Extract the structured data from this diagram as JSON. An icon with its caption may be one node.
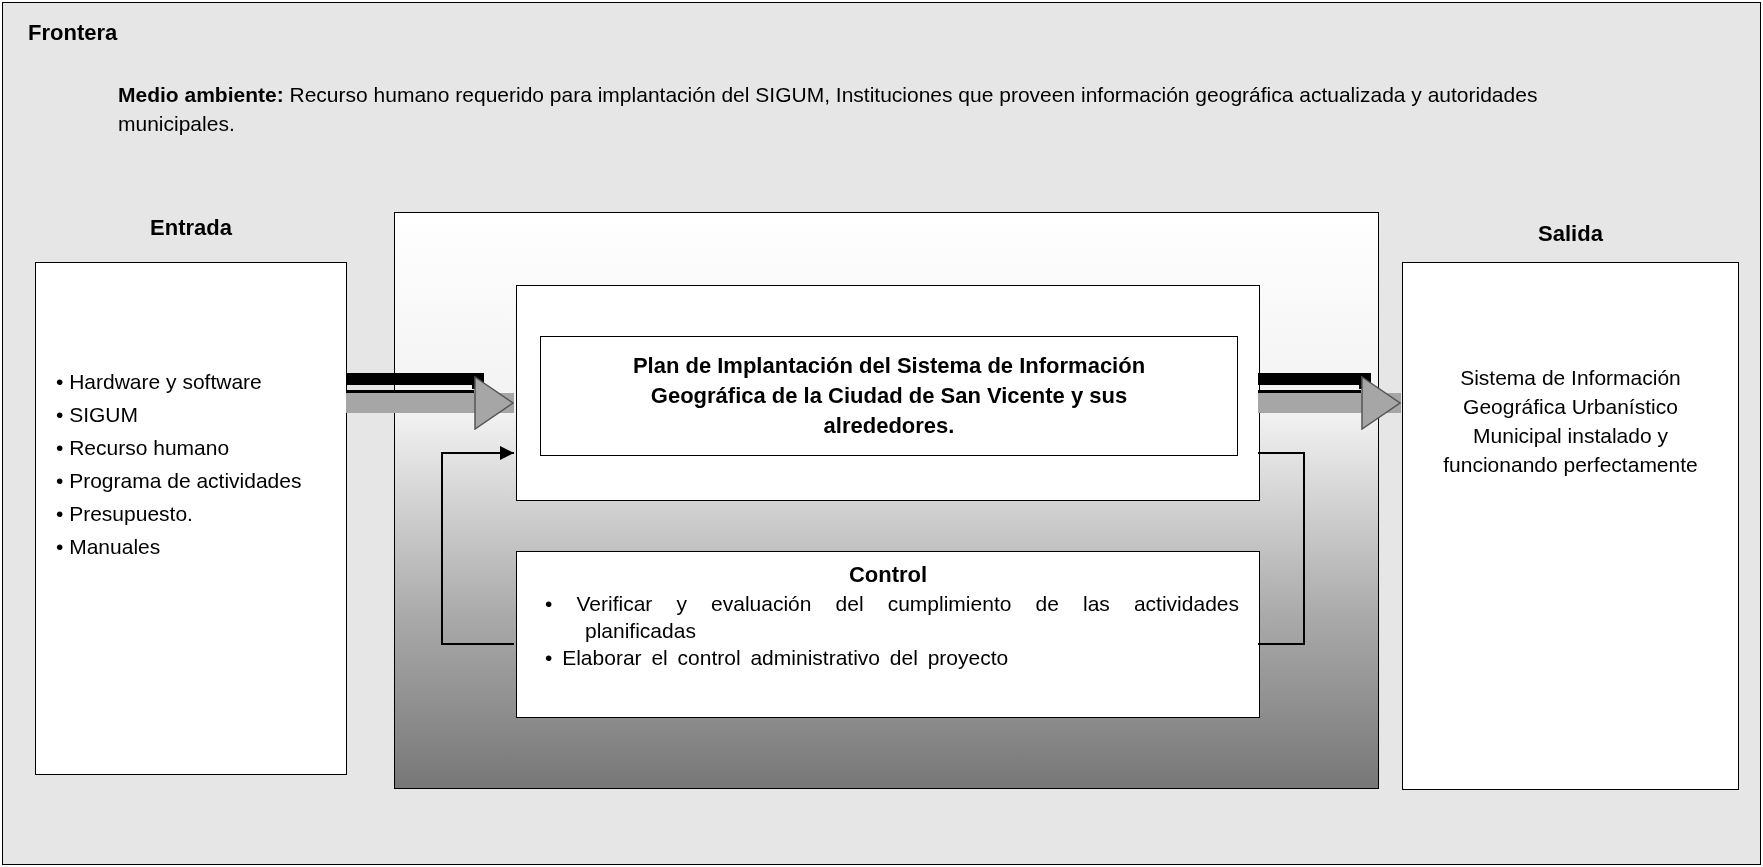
{
  "diagram": {
    "nodes": [
      {
        "text": [
          "Frontera",
          "**Medio ambiente:** Recurso humano requerido para implantación del SIGUM, Instituciones que proveen información geográfica actualizada y autoridades municipales."
        ]
      },
      {
        "text": [
          "Entrada",
          "• Hardware y software",
          "• SIGUM",
          "• Recurso humano",
          "• Programa de actividades",
          "• Presupuesto.",
          "• Manuales"
        ],
        "in": 0
      },
      {
        "text": [],
        "shape": "box",
        "in": 0
      },
      {
        "text": [],
        "shape": "box",
        "in": 2
      },
      {
        "text": [
          "Plan de Implantación del Sistema de Información Geográfica de la Ciudad de San Vicente y sus alrededores."
        ],
        "in": 3
      },
      {
        "text": [
          "Control",
          "• Verificar y evaluación del cumplimiento de las actividades planificadas",
          "• Elaborar el control administrativo del proyecto"
        ],
        "in": 2
      },
      {
        "text": [
          "Salida",
          "Sistema de Información Geográfica Urbanístico Municipal instalado y funcionando perfectamente"
        ],
        "in": 0
      }
    ],
    "edges": [
      {
        "from": 1,
        "to": 3,
        "arrow": "to",
        "style": "thick"
      },
      {
        "from": 3,
        "to": 6,
        "arrow": "to",
        "style": "thick"
      },
      {
        "from": 3,
        "to": 5,
        "arrow": "none",
        "color": "#000000"
      },
      {
        "from": 5,
        "to": 3,
        "arrow": "to",
        "color": "#000000"
      }
    ]
  }
}
